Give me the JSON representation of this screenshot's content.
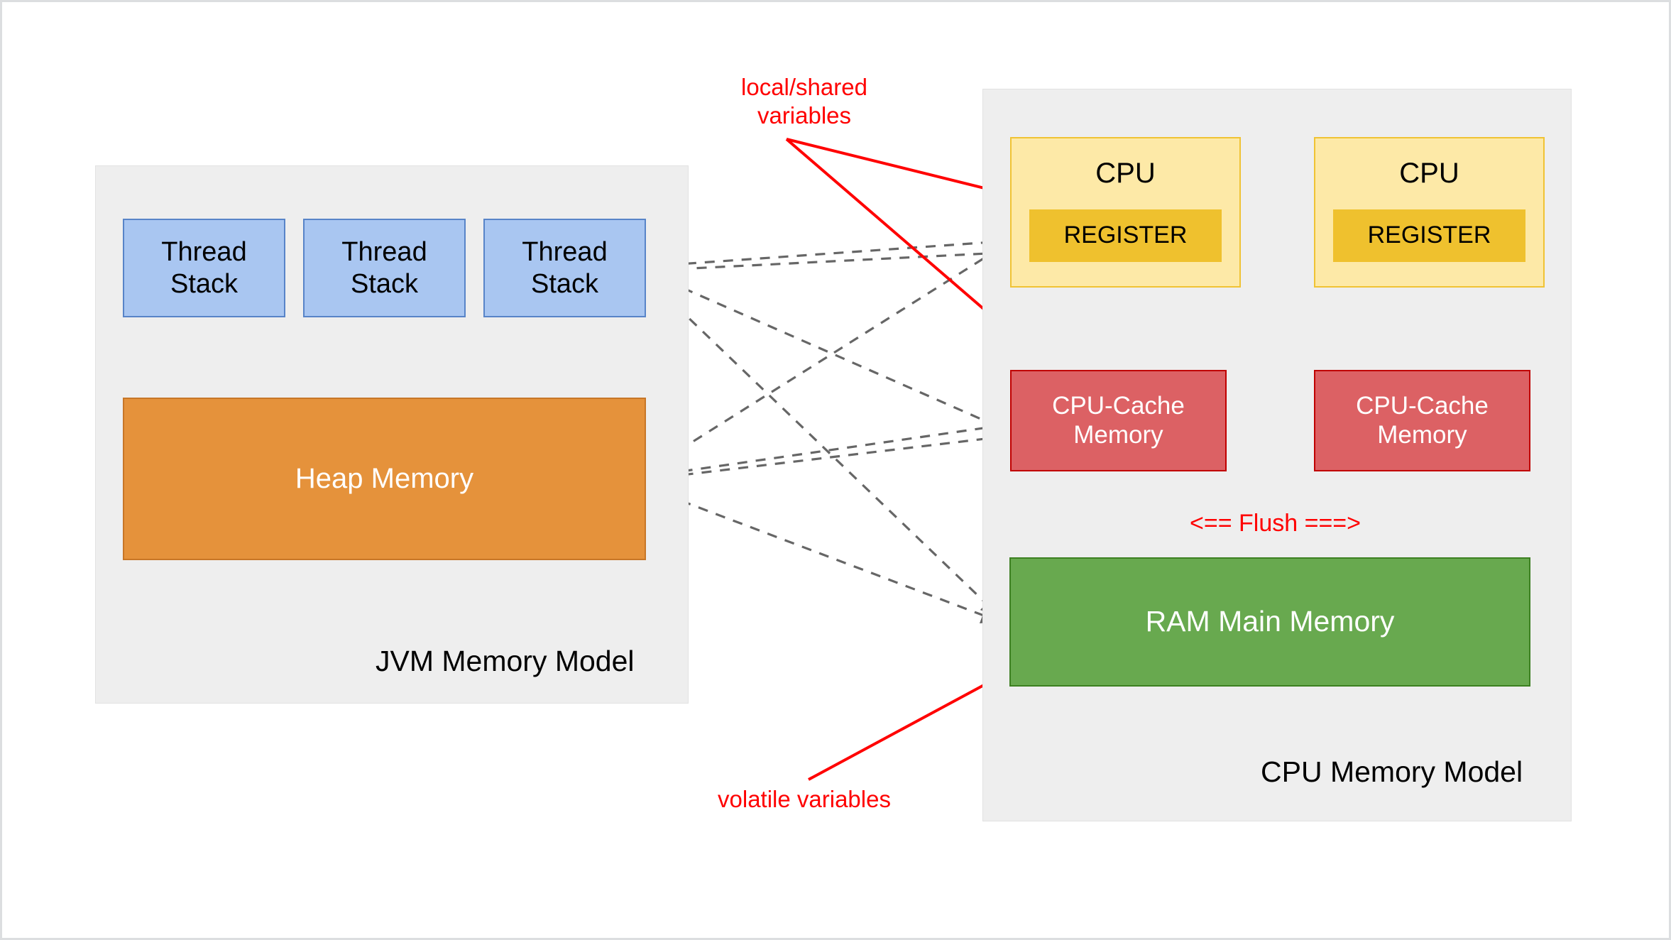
{
  "diagram": {
    "title_hidden": "JVM vs CPU Memory Model",
    "jvm_group": {
      "label": "JVM Memory Model",
      "thread_stacks": [
        {
          "label": "Thread\nStack"
        },
        {
          "label": "Thread\nStack"
        },
        {
          "label": "Thread\nStack"
        }
      ],
      "heap": {
        "label": "Heap Memory"
      }
    },
    "cpu_group": {
      "label": "CPU Memory Model",
      "cpus": [
        {
          "label": "CPU",
          "register": "REGISTER",
          "cache": "CPU-Cache\nMemory"
        },
        {
          "label": "CPU",
          "register": "REGISTER",
          "cache": "CPU-Cache\nMemory"
        }
      ],
      "ram": {
        "label": "RAM Main Memory"
      },
      "flush_label": "<== Flush ===>"
    },
    "annotations": [
      {
        "name": "local-shared-variables",
        "label": "local/shared\nvariables"
      },
      {
        "name": "volatile-variables",
        "label": "volatile variables"
      }
    ],
    "colors": {
      "thread_stack_fill": "#a9c6f1",
      "thread_stack_stroke": "#5884c8",
      "heap_fill": "#e5923b",
      "heap_stroke": "#c77627",
      "cpu_fill": "#fde9a7",
      "cpu_stroke": "#f0c334",
      "register_fill": "#efc12e",
      "cache_fill": "#dc6164",
      "cache_stroke": "#c00000",
      "ram_fill": "#68a94f",
      "ram_stroke": "#3d8021",
      "group_fill": "#eeeeee",
      "annotation_red": "#ff0000",
      "connector_gray": "#666666"
    }
  }
}
